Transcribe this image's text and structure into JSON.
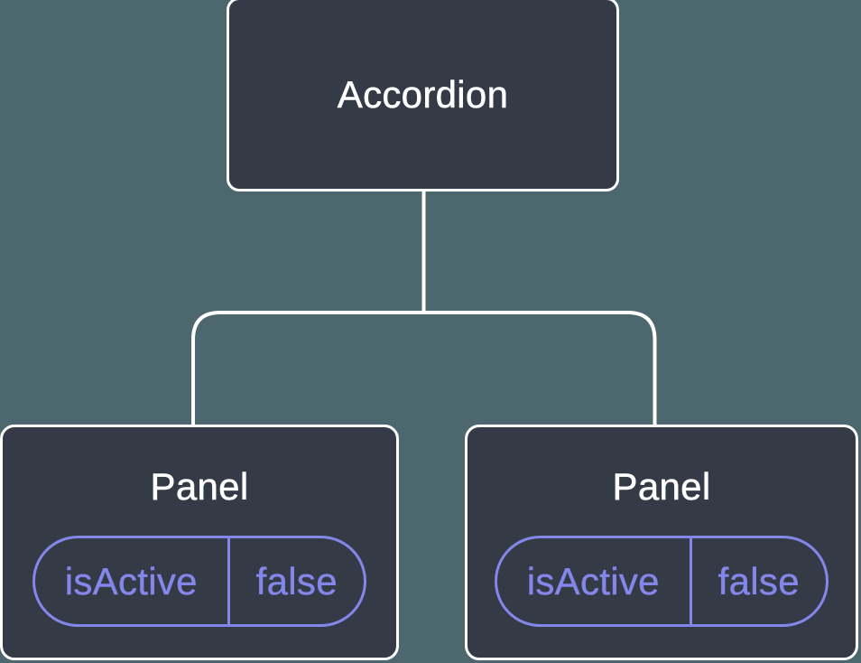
{
  "colors": {
    "background": "#4c676e",
    "node_fill": "#343b47",
    "node_border": "#ffffff",
    "connector": "#ffffff",
    "node_text": "#ffffff",
    "state_accent": "#8487e9"
  },
  "tree": {
    "root": {
      "label": "Accordion"
    },
    "children": [
      {
        "label": "Panel",
        "state": {
          "key": "isActive",
          "value": "false"
        }
      },
      {
        "label": "Panel",
        "state": {
          "key": "isActive",
          "value": "false"
        }
      }
    ]
  }
}
